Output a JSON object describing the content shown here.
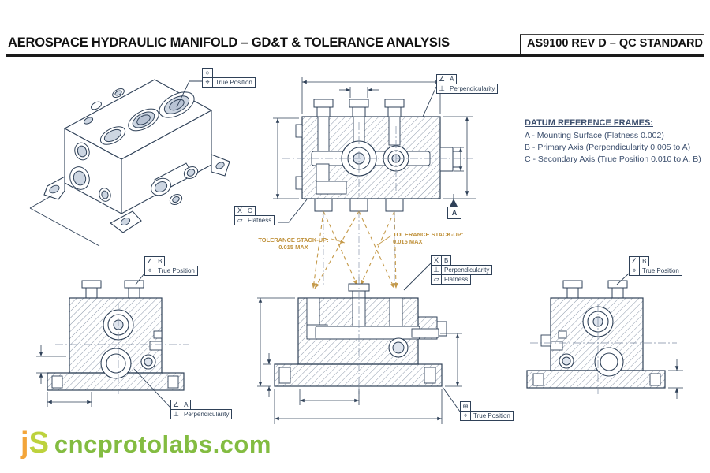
{
  "page": {
    "title": "AEROSPACE HYDRAULIC MANIFOLD – GD&T & TOLERANCE ANALYSIS",
    "standard": "AS9100 REV D – QC STANDARD"
  },
  "datum_ref": {
    "heading": "DATUM REFERENCE FRAMES:",
    "items": [
      "A - Mounting Surface (Flatness 0.002)",
      "B - Primary Axis (Perpendicularity 0.005 to A)",
      "C - Secondary Axis (True Position 0.010 to A, B)"
    ]
  },
  "callouts": {
    "iso_tp": {
      "top": "○",
      "sym": "⌖",
      "label": "True Position"
    },
    "top_perp": {
      "r1a": "∠",
      "r1b": "A",
      "r2a": "⊥",
      "r2b": "Perpendicularity"
    },
    "xc_flat": {
      "r1a": "X",
      "r1b": "C",
      "r2a": "▱",
      "r2b": "Flatness"
    },
    "bl_tp": {
      "r1a": "∠",
      "r1b": "B",
      "r2a": "⌖",
      "r2b": "True Position"
    },
    "bc_pf": {
      "r1a": "X",
      "r1b": "B",
      "r2a": "⊥",
      "r2b": "Perpendicularity",
      "r3a": "▱",
      "r3b": "Flatness"
    },
    "br_tp": {
      "r1a": "∠",
      "r1b": "B",
      "r2a": "⌖",
      "r2b": "True Position"
    },
    "bl_perp": {
      "r1a": "∠",
      "r1b": "A",
      "r2a": "⊥",
      "r2b": "Perpendicularity"
    },
    "bc_tp": {
      "top": "⊕",
      "sym": "⌖",
      "label": "True Position"
    },
    "datum_flag": "A"
  },
  "stackup": {
    "left": {
      "l1": "TOLERANCE STACK-UP:",
      "l2": "0.015 MAX"
    },
    "right": {
      "l1": "TOLERANCE STACK-UP:",
      "l2": "0.015 MAX"
    }
  },
  "logo": {
    "j": "j",
    "s": "S",
    "domain": "cncprotolabs.com"
  },
  "colors": {
    "ink": "#2f4158",
    "hatch": "#5a6b85",
    "accent_orange": "#c59a4a",
    "datum_text": "#3c4f6e",
    "logo_j": "#f3a53a",
    "logo_s": "#bdd23d",
    "logo_domain": "#83bc41"
  }
}
